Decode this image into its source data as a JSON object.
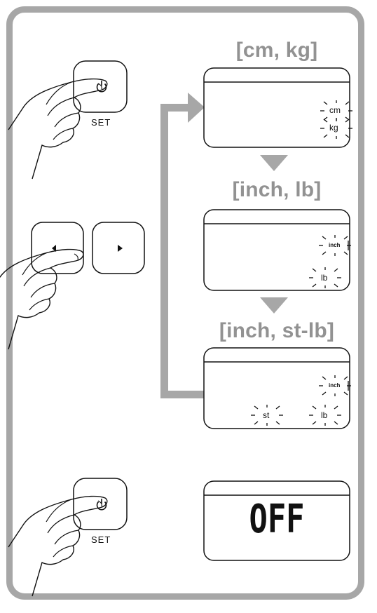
{
  "modes": [
    {
      "label": "[cm, kg]",
      "units": [
        "cm",
        "kg"
      ]
    },
    {
      "label": "[inch, lb]",
      "units": [
        "inch",
        "lb"
      ]
    },
    {
      "label": "[inch, st-lb]",
      "units": [
        "inch",
        "st",
        "lb"
      ]
    }
  ],
  "set_label": "SET",
  "off_display": "OFF",
  "colors": {
    "frame": "#a7a7a7",
    "arrow": "#a7a7a7",
    "label": "#929292",
    "ink": "#111111"
  },
  "icons": [
    "power-icon",
    "left-arrow-icon",
    "right-arrow-icon",
    "hand-icon",
    "flashing-indicator"
  ]
}
